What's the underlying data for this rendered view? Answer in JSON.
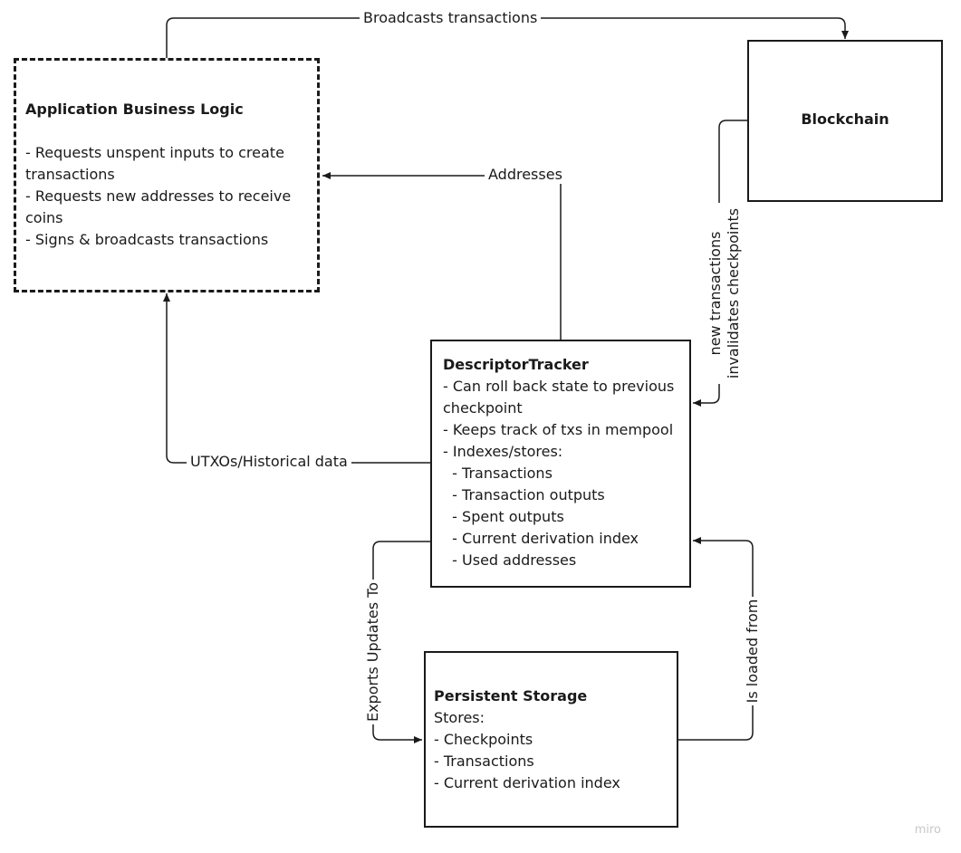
{
  "nodes": {
    "app": {
      "title": "Application Business Logic",
      "lines": [
        "- Requests unspent inputs to create",
        "transactions",
        "- Requests new addresses to receive",
        "coins",
        "- Signs & broadcasts transactions"
      ]
    },
    "blockchain": {
      "title": "Blockchain"
    },
    "tracker": {
      "title": "DescriptorTracker",
      "lines": [
        "- Can roll back state to previous",
        "checkpoint",
        "- Keeps track of txs in mempool",
        "- Indexes/stores:",
        "  - Transactions",
        "  - Transaction outputs",
        "  - Spent outputs",
        "  - Current derivation index",
        "  - Used addresses"
      ]
    },
    "storage": {
      "title": "Persistent Storage",
      "lines": [
        "Stores:",
        "- Checkpoints",
        "- Transactions",
        "- Current derivation index"
      ]
    }
  },
  "edges": {
    "broadcasts": "Broadcasts transactions",
    "addresses": "Addresses",
    "new_tx_1": "new transactions",
    "new_tx_2": "invalidates checkpoints",
    "utxos": "UTXOs/Historical data",
    "exports": "Exports Updates To",
    "loaded": "Is loaded from"
  },
  "watermark": "miro"
}
